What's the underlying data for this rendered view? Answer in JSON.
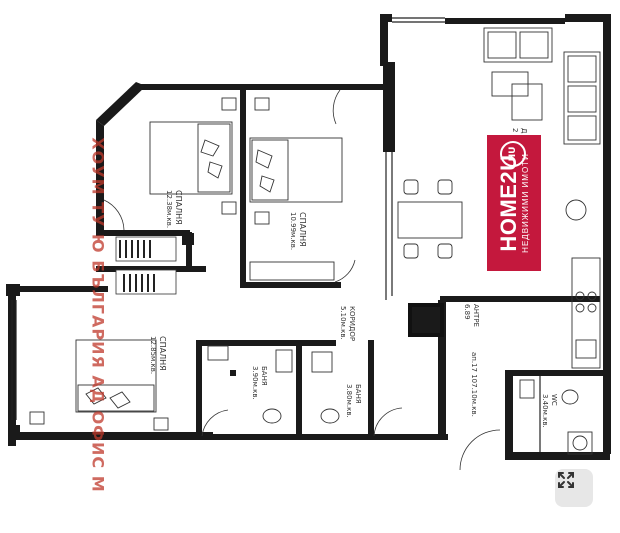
{
  "rooms": {
    "bedroom1": {
      "name": "СПАЛНЯ",
      "area": "12.38м.кв."
    },
    "bedroom2": {
      "name": "СПАЛНЯ",
      "area": "10.99м.кв."
    },
    "bedroom3": {
      "name": "СПАЛНЯ",
      "area": "12.85м.кв."
    },
    "corridor": {
      "name": "КОРИДОР",
      "area": "5.10м.кв."
    },
    "bath1": {
      "name": "БАНЯ",
      "area": "3.90м.кв."
    },
    "bath2": {
      "name": "БАНЯ",
      "area": "3.80м.кв."
    },
    "wc": {
      "name": "WC",
      "area": "3.40м.кв."
    },
    "hall": {
      "name": "АНТРЕ",
      "area": "6.89"
    },
    "living": {
      "name": "Д",
      "area": "2"
    },
    "apartment": {
      "label": "ап.17 107.10м.кв."
    }
  },
  "logo": {
    "mark": "HU",
    "brand": "HOME2U",
    "tagline": "НЕДВИЖИМИ ИМОТИ"
  },
  "watermark": "ХОУМ ТУ Ю БЪЛГАРИЯ АД ОФИС М",
  "colors": {
    "brand": "#c4183d",
    "walls": "#1a1a1a",
    "watermark": "#c0392b"
  }
}
